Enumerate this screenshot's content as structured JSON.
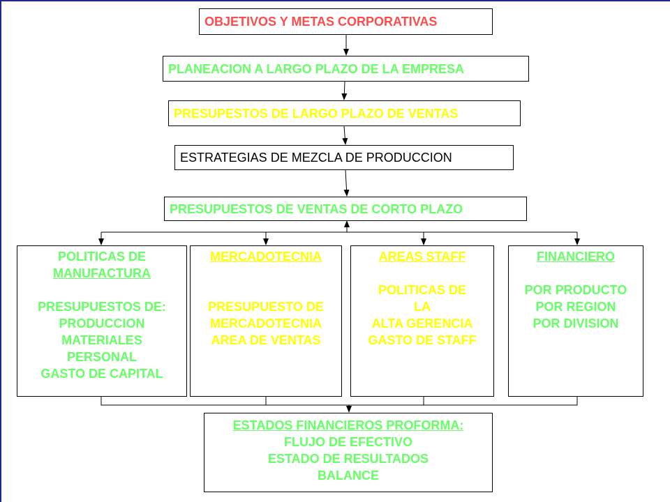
{
  "colors": {
    "red": "#ff4b4b",
    "green": "#66ff66",
    "yellow": "#ffff00",
    "black": "#000000",
    "frame": "#1f2b8a"
  },
  "chain": {
    "objetivos": "OBJETIVOS Y METAS CORPORATIVAS",
    "planeacion": "PLANEACION A LARGO PLAZO DE LA EMPRESA",
    "presupestos_largo": "PRESUPESTOS DE LARGO PLAZO DE VENTAS",
    "estrategias": "ESTRATEGIAS DE MEZCLA DE PRODUCCION",
    "presupuestos_corto": "PRESUPUESTOS DE VENTAS DE CORTO PLAZO"
  },
  "columns": {
    "manufactura": {
      "title_1": "POLITICAS DE",
      "title_2": "MANUFACTURA",
      "lines": [
        "PRESUPUESTOS DE:",
        "PRODUCCION",
        "MATERIALES",
        "PERSONAL",
        "GASTO DE CAPITAL"
      ]
    },
    "mercadotecnia": {
      "title": "MERCADOTECNIA",
      "lines": [
        "PRESUPUESTO DE",
        "MERCADOTECNIA",
        "AREA DE VENTAS"
      ]
    },
    "staff": {
      "title": "AREAS STAFF",
      "lines": [
        "POLITICAS  DE",
        "LA",
        "ALTA GERENCIA",
        "GASTO DE STAFF"
      ]
    },
    "financiero": {
      "title": "FINANCIERO",
      "lines": [
        "POR PRODUCTO",
        "POR REGION",
        "POR DIVISION"
      ]
    }
  },
  "proforma": {
    "title": "ESTADOS FINANCIEROS PROFORMA:",
    "lines": [
      "FLUJO DE EFECTIVO",
      "ESTADO DE RESULTADOS",
      "BALANCE"
    ]
  }
}
